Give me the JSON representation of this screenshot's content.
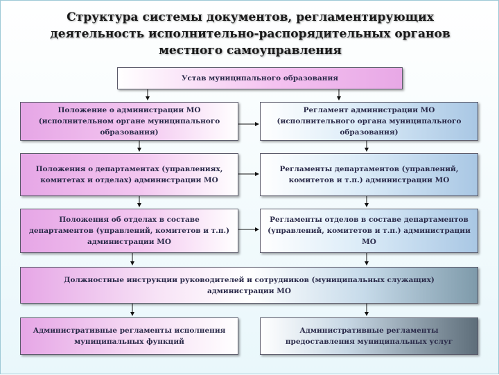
{
  "title": {
    "line1": "Структура системы документов, регламентирующих",
    "line2": "деятельность исполнительно-распорядительных органов",
    "line3": "местного самоуправления"
  },
  "boxes": {
    "charter": "Устав муниципального образования",
    "admin_regulation_position": {
      "line1": "Положение о администрации МО",
      "line2": "(исполнительном органе муниципального",
      "line3": "образования)"
    },
    "admin_reglament": {
      "line1": "Регламент администрации МО",
      "line2": "(исполнительного органа муниципального",
      "line3": "образования)"
    },
    "dept_positions": {
      "line1": "Положения о департаментах (управлениях,",
      "line2": "комитетах и отделах) администрации МО"
    },
    "dept_reglaments": {
      "line1": "Регламенты департаментов (управлений,",
      "line2": "комитетов и т.п.) администрации МО"
    },
    "section_positions": {
      "line1": "Положения об отделах в составе",
      "line2": "департаментов (управлений, комитетов и т.п.)",
      "line3": "администрации МО"
    },
    "section_reglaments": {
      "line1": "Регламенты отделов в составе департаментов",
      "line2": "(управлений, комитетов и т.п.) администрации",
      "line3": "МО"
    },
    "job_instructions": {
      "line1": "Должностные инструкции руководителей и сотрудников (муниципальных служащих)",
      "line2": "администрации МО"
    },
    "admin_regl_functions": {
      "line1": "Административные регламенты исполнения",
      "line2": "муниципальных функций"
    },
    "admin_regl_services": {
      "line1": "Административные регламенты",
      "line2": "предоставления муниципальных услуг"
    }
  }
}
